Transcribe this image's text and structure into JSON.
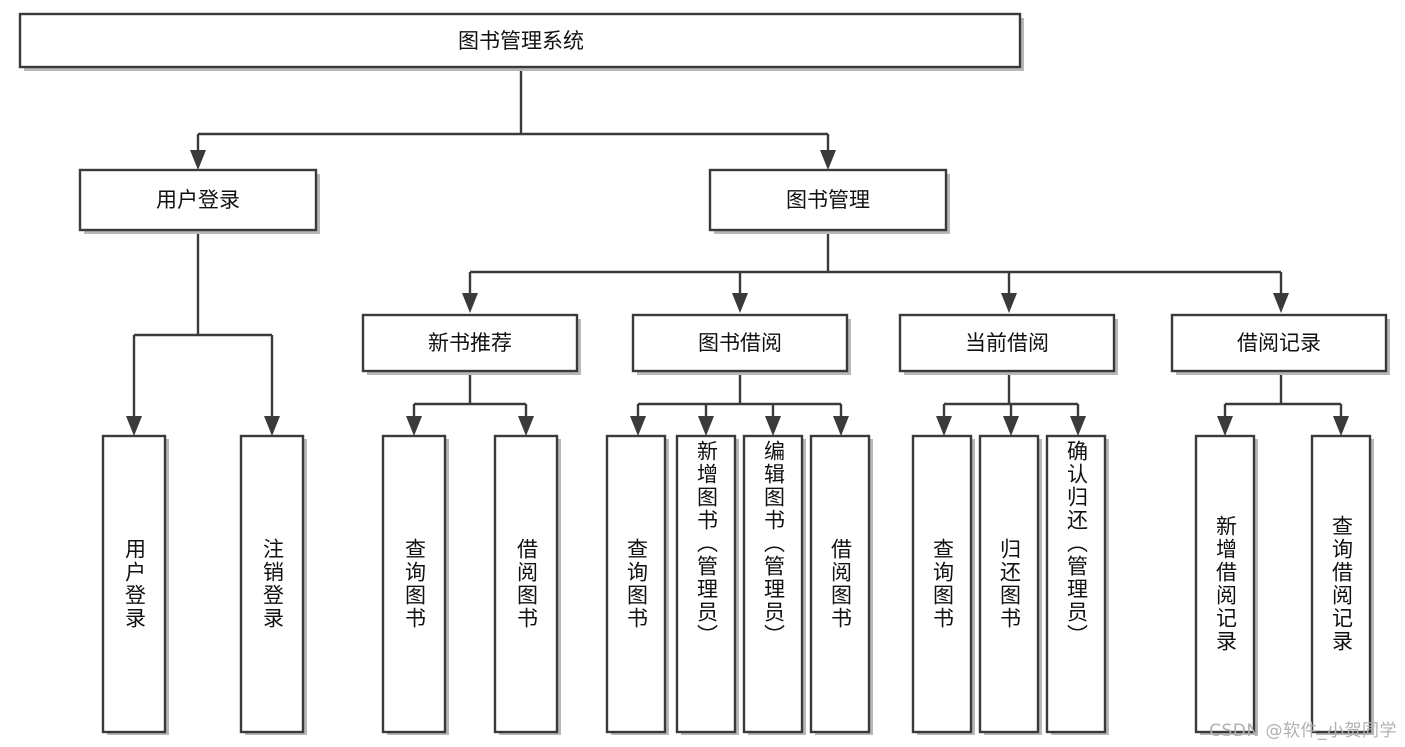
{
  "diagram": {
    "type": "tree-hierarchy-diagram",
    "title": "图书管理系统",
    "watermark": "CSDN @软件_小贺同学",
    "colors": {
      "box_stroke": "#3a3a3a",
      "box_fill": "#ffffff",
      "text": "#111111",
      "background": "#ffffff",
      "watermark": "#b0b0b0"
    },
    "root": {
      "label": "图书管理系统"
    },
    "level2": [
      {
        "id": "user-login",
        "label": "用户登录"
      },
      {
        "id": "book-management",
        "label": "图书管理"
      }
    ],
    "level3": [
      {
        "id": "new-book-recommend",
        "label": "新书推荐"
      },
      {
        "id": "book-borrow",
        "label": "图书借阅"
      },
      {
        "id": "current-borrow",
        "label": "当前借阅"
      },
      {
        "id": "borrow-record",
        "label": "借阅记录"
      }
    ],
    "leaves": {
      "user_login": [
        {
          "id": "leaf-user-login",
          "label": "用户登录"
        },
        {
          "id": "leaf-logout-login",
          "label": "注销登录"
        }
      ],
      "new_book_recommend": [
        {
          "id": "leaf-query-book-1",
          "label": "查询图书"
        },
        {
          "id": "leaf-borrow-book-1",
          "label": "借阅图书"
        }
      ],
      "book_borrow": [
        {
          "id": "leaf-query-book-2",
          "label": "查询图书"
        },
        {
          "id": "leaf-add-book-admin",
          "label": "新增图书（管理员）"
        },
        {
          "id": "leaf-edit-book-admin",
          "label": "编辑图书（管理员）"
        },
        {
          "id": "leaf-borrow-book-2",
          "label": "借阅图书"
        }
      ],
      "current_borrow": [
        {
          "id": "leaf-query-book-3",
          "label": "查询图书"
        },
        {
          "id": "leaf-return-book",
          "label": "归还图书"
        },
        {
          "id": "leaf-confirm-return-admin",
          "label": "确认归还（管理员）"
        }
      ],
      "borrow_record": [
        {
          "id": "leaf-add-borrow-record",
          "label": "新增借阅记录"
        },
        {
          "id": "leaf-query-borrow-record",
          "label": "查询借阅记录"
        }
      ]
    }
  }
}
